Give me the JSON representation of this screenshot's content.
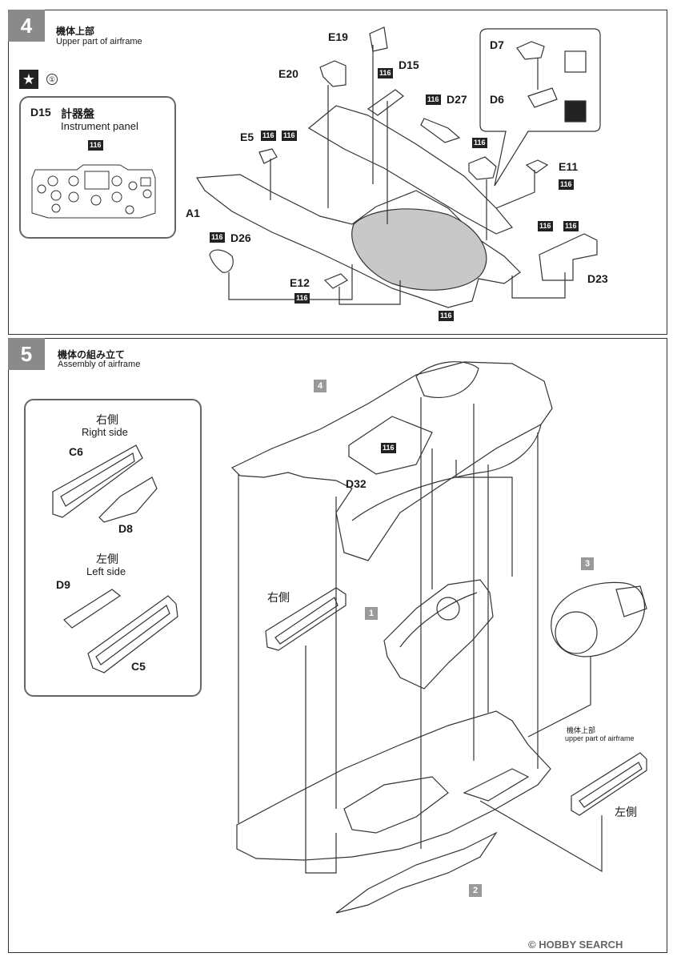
{
  "step4": {
    "number": "4",
    "title_jp": "機体上部",
    "title_en": "Upper part of airframe",
    "step_symbol": "★",
    "step_circle": "①",
    "inset": {
      "part": "D15",
      "name_jp": "計器盤",
      "name_en": "Instrument panel",
      "paint": "116"
    },
    "parts": {
      "e19": "E19",
      "e20": "E20",
      "d15": "D15",
      "d27": "D27",
      "d7": "D7",
      "d6": "D6",
      "e5": "E5",
      "e11": "E11",
      "a1": "A1",
      "d26": "D26",
      "e12": "E12",
      "d23": "D23"
    },
    "paint_code": "116"
  },
  "step5": {
    "number": "5",
    "title_jp": "機体の組み立て",
    "title_en": "Assembly of airframe",
    "inset": {
      "right_jp": "右側",
      "right_en": "Right side",
      "left_jp": "左側",
      "left_en": "Left side",
      "c6": "C6",
      "d8": "D8",
      "d9": "D9",
      "c5": "C5"
    },
    "refs": {
      "r4": "4",
      "r1": "1",
      "r3": "3",
      "r2": "2"
    },
    "d32": "D32",
    "paint_code": "116",
    "right_side_label": "右側",
    "left_side_label": "左側",
    "upper_note_jp": "機体上部",
    "upper_note_en": "upper part of airframe"
  },
  "watermark": {
    "brand": "HOBBY SEARCH",
    "copyright": "©"
  }
}
